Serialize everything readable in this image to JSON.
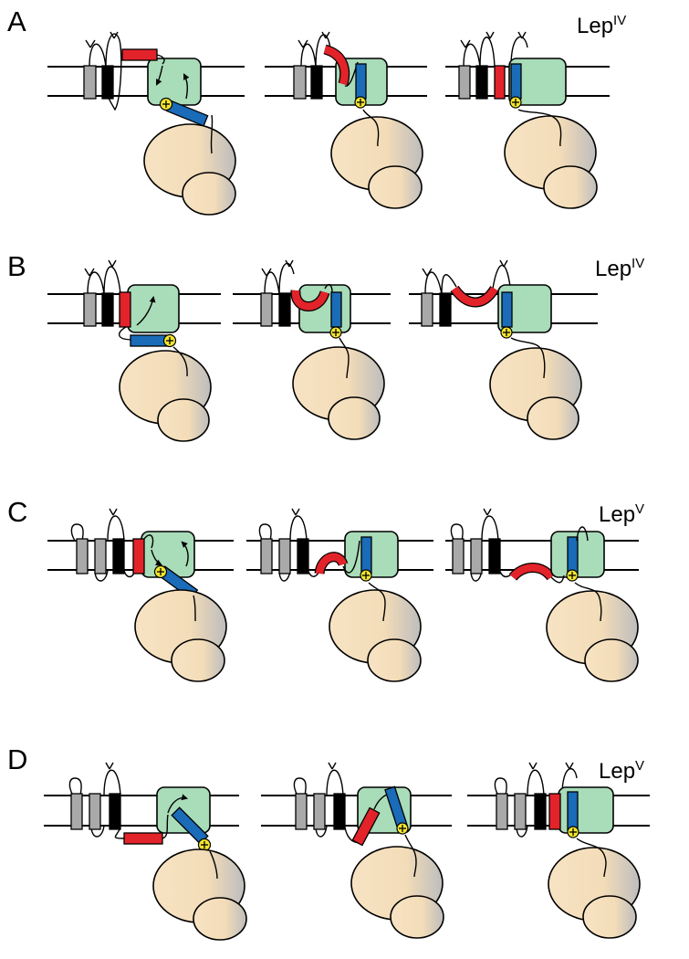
{
  "panels": [
    {
      "letter": "A",
      "construct_base": "Lep",
      "construct_sup": "IV"
    },
    {
      "letter": "B",
      "construct_base": "Lep",
      "construct_sup": "IV"
    },
    {
      "letter": "C",
      "construct_base": "Lep",
      "construct_sup": "V"
    },
    {
      "letter": "D",
      "construct_base": "Lep",
      "construct_sup": "V"
    }
  ],
  "colors": {
    "membrane": "#000000",
    "tm_gray": "#a9a9a9",
    "tm_black": "#000000",
    "tm_red": "#e3232a",
    "tm_blue": "#1a6bb8",
    "translocon": "#a9dcb9",
    "ribosome": "#f7e3c3",
    "positive_charge": "#f3e52f"
  }
}
